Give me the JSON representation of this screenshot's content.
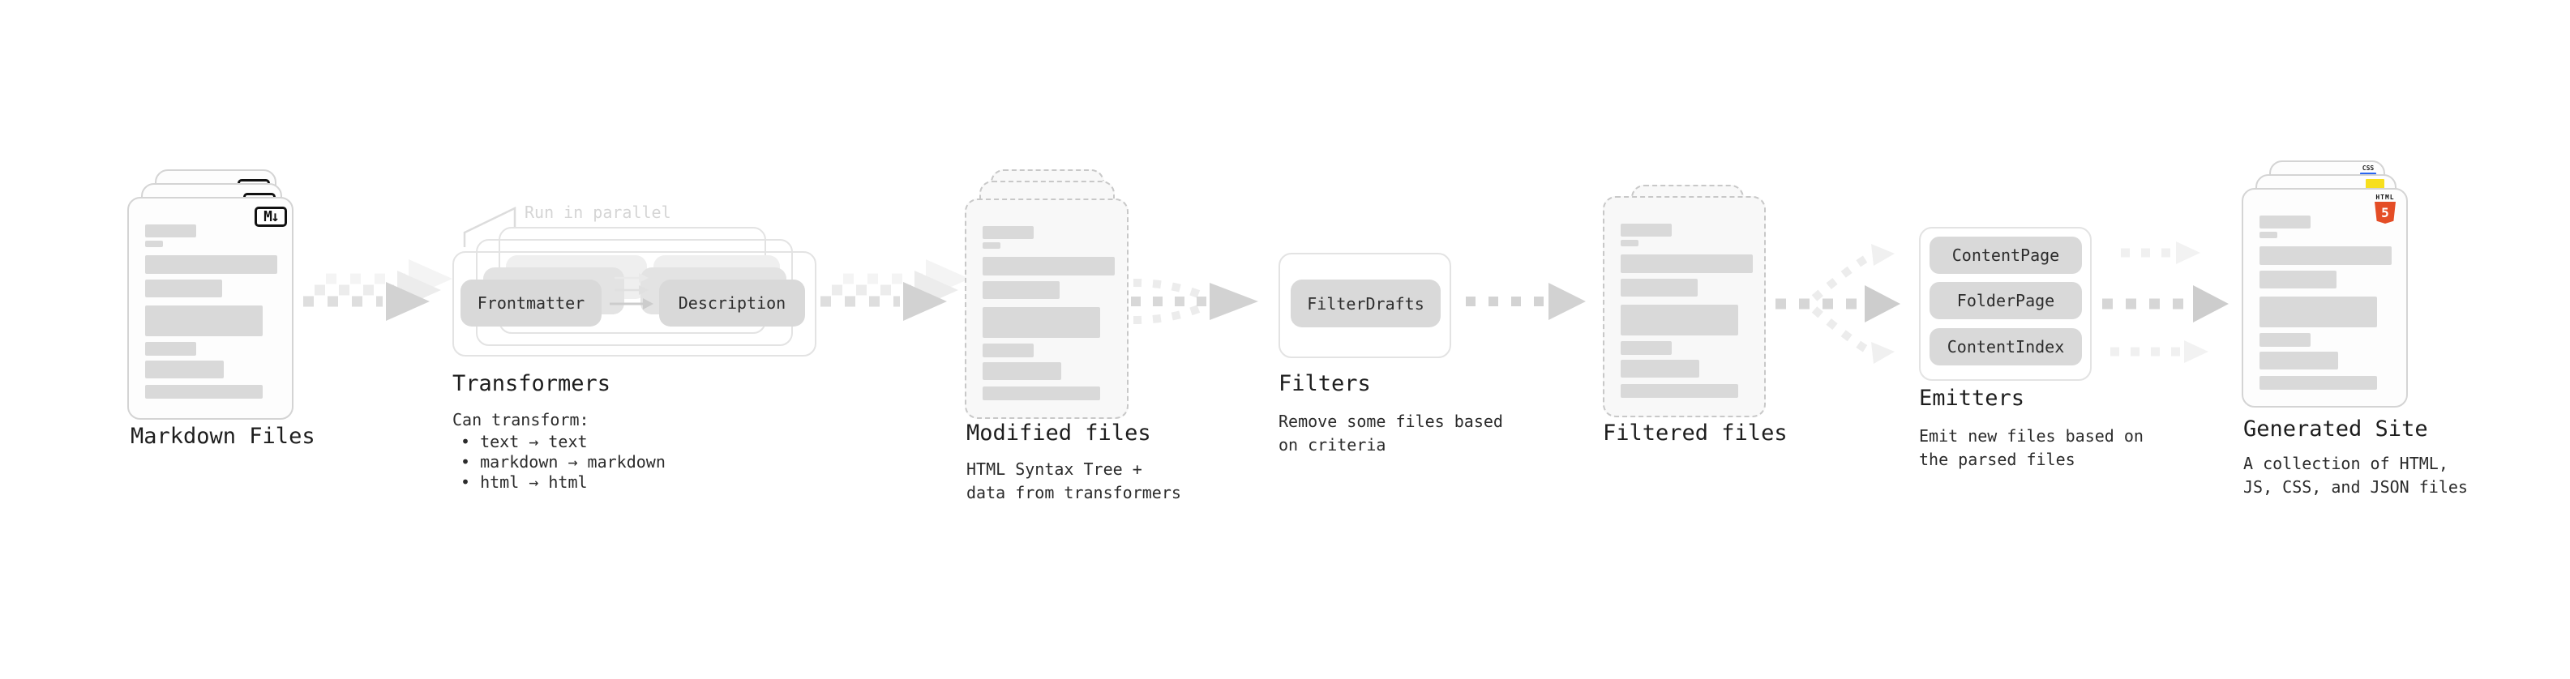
{
  "markdown": {
    "label": "Markdown Files",
    "badge": "M↓"
  },
  "transformers": {
    "annotation": "Run in parallel",
    "node1": "Frontmatter",
    "node2": "Description",
    "title": "Transformers",
    "intro": "Can transform:",
    "bullet1": "• text → text",
    "bullet2": "• markdown → markdown",
    "bullet3": "• html → html"
  },
  "modified": {
    "title": "Modified files",
    "desc": "HTML Syntax Tree +\ndata from transformers"
  },
  "filters": {
    "node1": "FilterDrafts",
    "title": "Filters",
    "desc": "Remove some files based\non criteria"
  },
  "filtered": {
    "title": "Filtered files"
  },
  "emitters": {
    "node1": "ContentPage",
    "node2": "FolderPage",
    "node3": "ContentIndex",
    "title": "Emitters",
    "desc": "Emit new files based on\nthe parsed files"
  },
  "generated": {
    "title": "Generated Site",
    "desc": "A collection of HTML,\nJS, CSS, and JSON files",
    "badge_css": "CSS",
    "badge_html_label": "HTML",
    "badge_html_number": "5"
  },
  "colors": {
    "html5_orange": "#e44d26",
    "js_yellow": "#f7df1e",
    "css_blue": "#2965f1",
    "bar_gray": "#d9d9d9"
  }
}
